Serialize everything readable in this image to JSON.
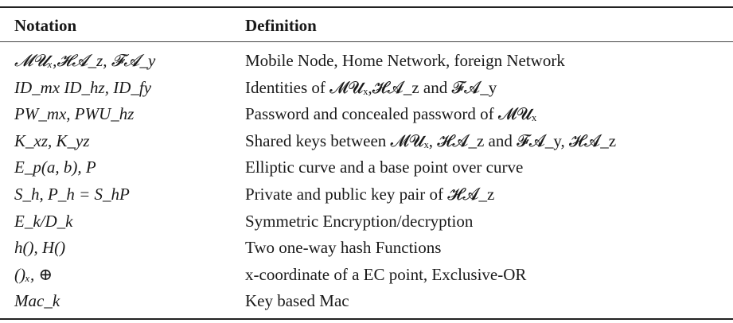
{
  "table": {
    "headers": {
      "notation": "Notation",
      "definition": "Definition"
    },
    "rows": [
      {
        "notation": "𝓜𝓤ₓ,𝓗𝓐_z, 𝓕𝓐_y",
        "definition": "Mobile Node, Home Network, foreign Network"
      },
      {
        "notation": "ID_mx ID_hz, ID_fy",
        "definition": "Identities of 𝓜𝓤ₓ,𝓗𝓐_z and 𝓕𝓐_y"
      },
      {
        "notation": "PW_mx, PWU_hz",
        "definition": "Password and concealed password of 𝓜𝓤ₓ"
      },
      {
        "notation": "K_xz, K_yz",
        "definition": "Shared keys between 𝓜𝓤ₓ, 𝓗𝓐_z and 𝓕𝓐_y, 𝓗𝓐_z"
      },
      {
        "notation": "E_p(a, b), P",
        "definition": "Elliptic curve and a base point over curve"
      },
      {
        "notation": "S_h, P_h = S_hP",
        "definition": "Private and public key pair of 𝓗𝓐_z"
      },
      {
        "notation": "E_k/D_k",
        "definition": "Symmetric Encryption/decryption"
      },
      {
        "notation": "h(), H()",
        "definition": "Two one-way hash Functions"
      },
      {
        "notation": "()ₓ, ⊕",
        "definition": "x-coordinate of a EC point, Exclusive-OR"
      },
      {
        "notation": "Mac_k",
        "definition": "Key based Mac"
      }
    ]
  }
}
